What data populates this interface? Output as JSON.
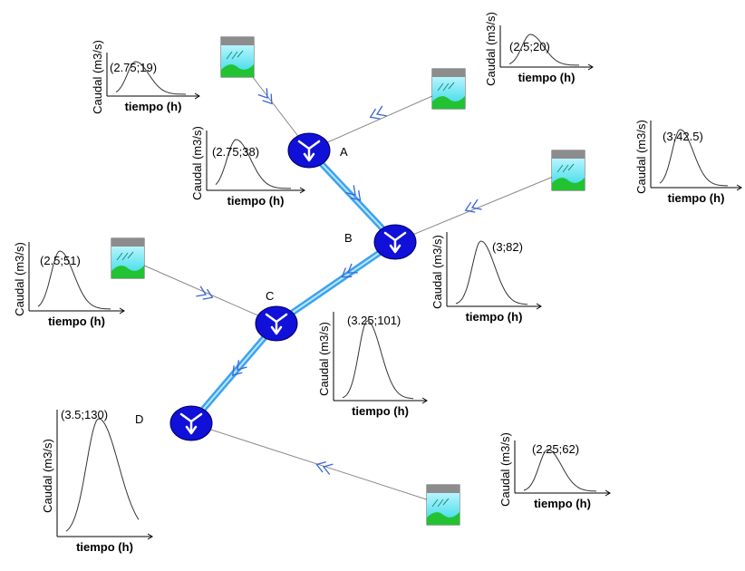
{
  "axis_labels": {
    "y": "Caudal (m3/s)",
    "x": "tiempo (h)"
  },
  "nodes": [
    {
      "id": "A",
      "label": "A"
    },
    {
      "id": "B",
      "label": "B"
    },
    {
      "id": "C",
      "label": "C"
    },
    {
      "id": "D",
      "label": "D"
    }
  ],
  "hydrographs": [
    {
      "id": "h1",
      "label": "(2.75;19)"
    },
    {
      "id": "h2",
      "label": "(2.5;20)"
    },
    {
      "id": "h3",
      "label": "(2.75;38)"
    },
    {
      "id": "h4",
      "label": "(3;42.5)"
    },
    {
      "id": "h5",
      "label": "(2.5;51)"
    },
    {
      "id": "h6",
      "label": "(3;82)"
    },
    {
      "id": "h7",
      "label": "(3.25;101)"
    },
    {
      "id": "h8",
      "label": "(3.5;130)"
    },
    {
      "id": "h9",
      "label": "(2.25;62)"
    }
  ],
  "colors": {
    "node": "#1010d8",
    "river": "#3aa4ee",
    "arrow": "#3a64d8",
    "basin_top": "#8c8c8c",
    "basin_water": "#2fd9e6",
    "basin_ground": "#22c233"
  },
  "icons": {
    "node": "junction-icon",
    "basin": "subbasin-icon",
    "arrow": "flow-chevron-icon"
  }
}
